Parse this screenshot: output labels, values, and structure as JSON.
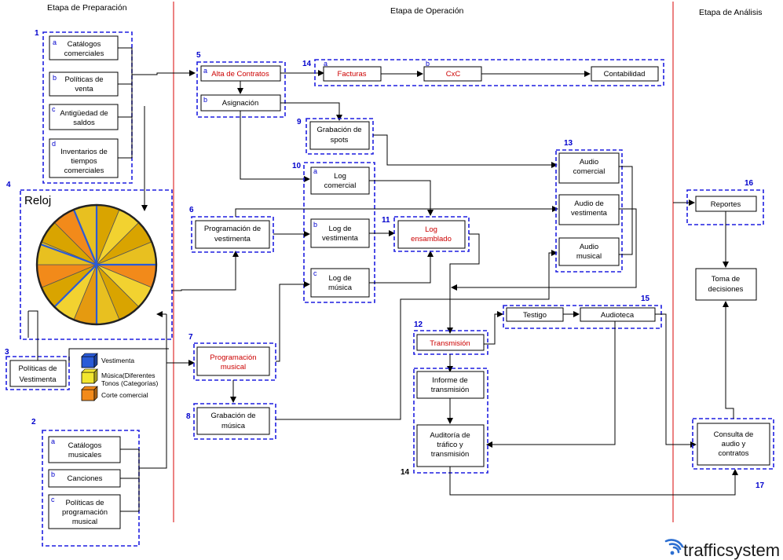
{
  "stages": {
    "preparacion": "Etapa de Preparación",
    "operacion": "Etapa de Operación",
    "analisis": "Etapa de Análisis"
  },
  "group1": {
    "number": "1",
    "items": [
      {
        "letter": "a",
        "lines": [
          "Catálogos",
          "comerciales"
        ]
      },
      {
        "letter": "b",
        "lines": [
          "Políticas de",
          "venta"
        ]
      },
      {
        "letter": "c",
        "lines": [
          "Antigüedad de",
          "saldos"
        ]
      },
      {
        "letter": "d",
        "lines": [
          "Inventarios de",
          "tiempos",
          "comerciales"
        ]
      }
    ]
  },
  "group2": {
    "number": "2",
    "items": [
      {
        "letter": "a",
        "lines": [
          "Catálogos",
          "musicales"
        ]
      },
      {
        "letter": "b",
        "lines": [
          "Canciones"
        ]
      },
      {
        "letter": "c",
        "lines": [
          "Políticas de",
          "programación",
          "musical"
        ]
      }
    ]
  },
  "group3": {
    "number": "3",
    "lines": [
      "Políticas de",
      "Vestimenta"
    ]
  },
  "group4": {
    "number": "4",
    "title": "Reloj"
  },
  "legend": {
    "vestimenta": "Vestimenta",
    "musica": [
      "Música(Diferentes",
      "Tonos (Categorías)"
    ],
    "corte": "Corte comercial",
    "colors": {
      "vestimenta": "#2a5bd7",
      "musica": "#f2e630",
      "corte": "#f28a1a"
    }
  },
  "group5": {
    "number": "5",
    "alta": "Alta de Contratos",
    "asignacion": "Asignación",
    "letter_a": "a",
    "letter_b": "b"
  },
  "group6": {
    "number": "6",
    "lines": [
      "Programación de",
      "vestimenta"
    ]
  },
  "group7": {
    "number": "7",
    "lines": [
      "Programación",
      "musical"
    ]
  },
  "group8": {
    "number": "8",
    "lines": [
      "Grabación de",
      "música"
    ]
  },
  "group9": {
    "number": "9",
    "lines": [
      "Grabación de",
      "spots"
    ]
  },
  "group10": {
    "number": "10",
    "items": [
      {
        "letter": "a",
        "lines": [
          "Log",
          "comercial"
        ]
      },
      {
        "letter": "b",
        "lines": [
          "Log de",
          "vestimenta"
        ]
      },
      {
        "letter": "c",
        "lines": [
          "Log de",
          "música"
        ]
      }
    ]
  },
  "group11": {
    "number": "11",
    "lines": [
      "Log",
      "ensamblado"
    ]
  },
  "group12": {
    "number": "12",
    "label": "Transmisión"
  },
  "group13": {
    "number": "13",
    "items": [
      {
        "lines": [
          "Audio",
          "comercial"
        ]
      },
      {
        "lines": [
          "Audio de",
          "vestimenta"
        ]
      },
      {
        "lines": [
          "Audio",
          "musical"
        ]
      }
    ]
  },
  "group14top": {
    "number": "14",
    "facturas": "Facturas",
    "cxc": "CxC",
    "contabilidad": "Contabilidad",
    "letter_a": "a",
    "letter_b": "b"
  },
  "group14bottom": {
    "number": "14",
    "informe": [
      "Informe de",
      "transmisión"
    ],
    "auditoria": [
      "Auditoría de",
      "tráfico y",
      "transmisión"
    ]
  },
  "group15": {
    "number": "15",
    "testigo": "Testigo",
    "audioteca": "Audioteca"
  },
  "group16": {
    "number": "16",
    "label": "Reportes"
  },
  "toma": {
    "lines": [
      "Toma de",
      "decisiones"
    ]
  },
  "group17": {
    "number": "17",
    "lines": [
      "Consulta de",
      "audio y",
      "contratos"
    ]
  },
  "brand": {
    "name": "trafficsystem"
  },
  "clock": {
    "note": "segment colors clockwise from top",
    "segments": [
      "#d9a400",
      "#f2d230",
      "#d9a400",
      "#e8c020",
      "#f28a1a",
      "#f2d230",
      "#d9a400",
      "#e8c020",
      "#e59a10",
      "#f2d230",
      "#d9a400",
      "#f28a1a",
      "#e8c020",
      "#d9a400",
      "#f28a1a",
      "#e8c020"
    ]
  }
}
